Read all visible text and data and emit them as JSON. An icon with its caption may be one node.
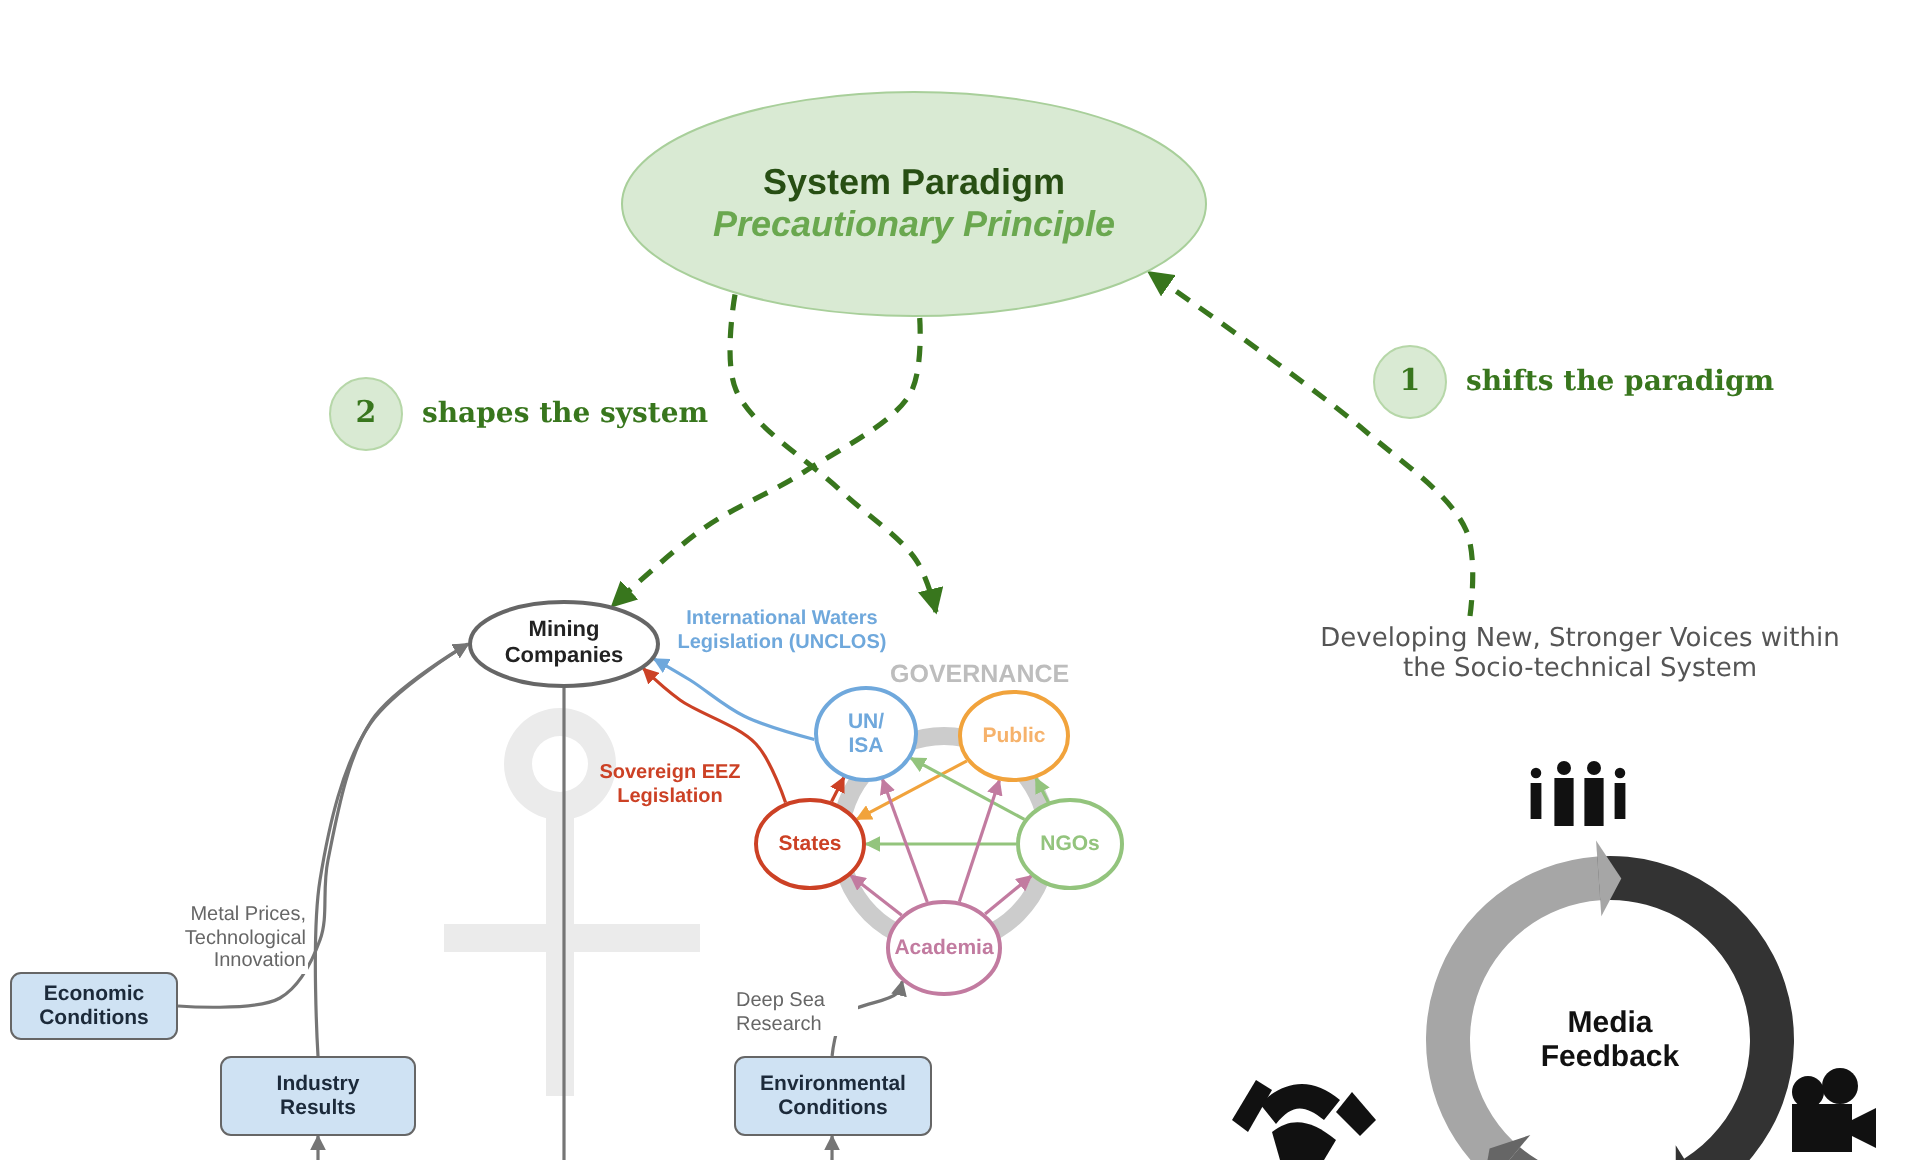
{
  "diagram": {
    "nodes": [
      {
        "text": [
          "System Paradigm",
          "Precautionary Principle"
        ]
      },
      {
        "text": [
          "2"
        ],
        "beside": [
          "shapes the system"
        ]
      },
      {
        "text": [
          "1"
        ],
        "beside": [
          "shifts the paradigm"
        ]
      },
      {
        "text": [
          "Mining Companies"
        ]
      },
      {
        "text": [
          "UN/ ISA"
        ]
      },
      {
        "text": [
          "Public"
        ]
      },
      {
        "text": [
          "States"
        ]
      },
      {
        "text": [
          "NGOs"
        ]
      },
      {
        "text": [
          "Academia"
        ]
      },
      {
        "text": [
          "Economic Conditions"
        ]
      },
      {
        "text": [
          "Industry Results"
        ]
      },
      {
        "text": [
          "Environmental Conditions"
        ]
      },
      {
        "text": [
          "Developing New, Stronger Voices within the Socio-technical System"
        ]
      },
      {
        "text": [
          "Media Feedback"
        ]
      }
    ],
    "edges": [
      {
        "from": 0,
        "to": 3,
        "arrow": "to",
        "style": "dashed",
        "color": "#38761d"
      },
      {
        "from": 0,
        "to": null,
        "arrow": "to",
        "style": "dashed",
        "color": "#38761d"
      },
      {
        "from": 12,
        "to": 0,
        "arrow": "to",
        "style": "dashed",
        "color": "#38761d"
      },
      {
        "from": 10,
        "to": 3,
        "arrow": "to"
      },
      {
        "from": 9,
        "to": 3,
        "arrow": "to",
        "label": "Metal Prices, Technological Innovation"
      },
      {
        "from": null,
        "to": 10,
        "arrow": "to"
      },
      {
        "from": null,
        "to": 11,
        "arrow": "to"
      },
      {
        "from": 3,
        "to": null,
        "arrow": "none"
      },
      {
        "from": 11,
        "to": 8,
        "arrow": "to",
        "label": "Deep Sea Research"
      },
      {
        "from": 4,
        "to": 3,
        "arrow": "to",
        "label": "International Waters Legislation (UNCLOS)",
        "color": "#6fa8dc"
      },
      {
        "from": 6,
        "to": 3,
        "arrow": "to",
        "label": "Sovereign EEZ Legislation",
        "color": "#cc4125"
      },
      {
        "from": 6,
        "to": 4,
        "arrow": "to",
        "color": "#cc4125"
      },
      {
        "from": 5,
        "to": 6,
        "arrow": "to",
        "color": "#f1a33c"
      },
      {
        "from": 7,
        "to": 4,
        "arrow": "to",
        "color": "#93c47d"
      },
      {
        "from": 7,
        "to": 5,
        "arrow": "to",
        "color": "#93c47d"
      },
      {
        "from": 7,
        "to": 6,
        "arrow": "to",
        "color": "#93c47d"
      },
      {
        "from": 8,
        "to": 4,
        "arrow": "to",
        "color": "#c27ba0"
      },
      {
        "from": 8,
        "to": 5,
        "arrow": "to",
        "color": "#c27ba0"
      },
      {
        "from": 8,
        "to": 6,
        "arrow": "to",
        "color": "#c27ba0"
      },
      {
        "from": 8,
        "to": 7,
        "arrow": "to",
        "color": "#c27ba0"
      }
    ],
    "labels": [
      "GOVERNANCE"
    ]
  }
}
